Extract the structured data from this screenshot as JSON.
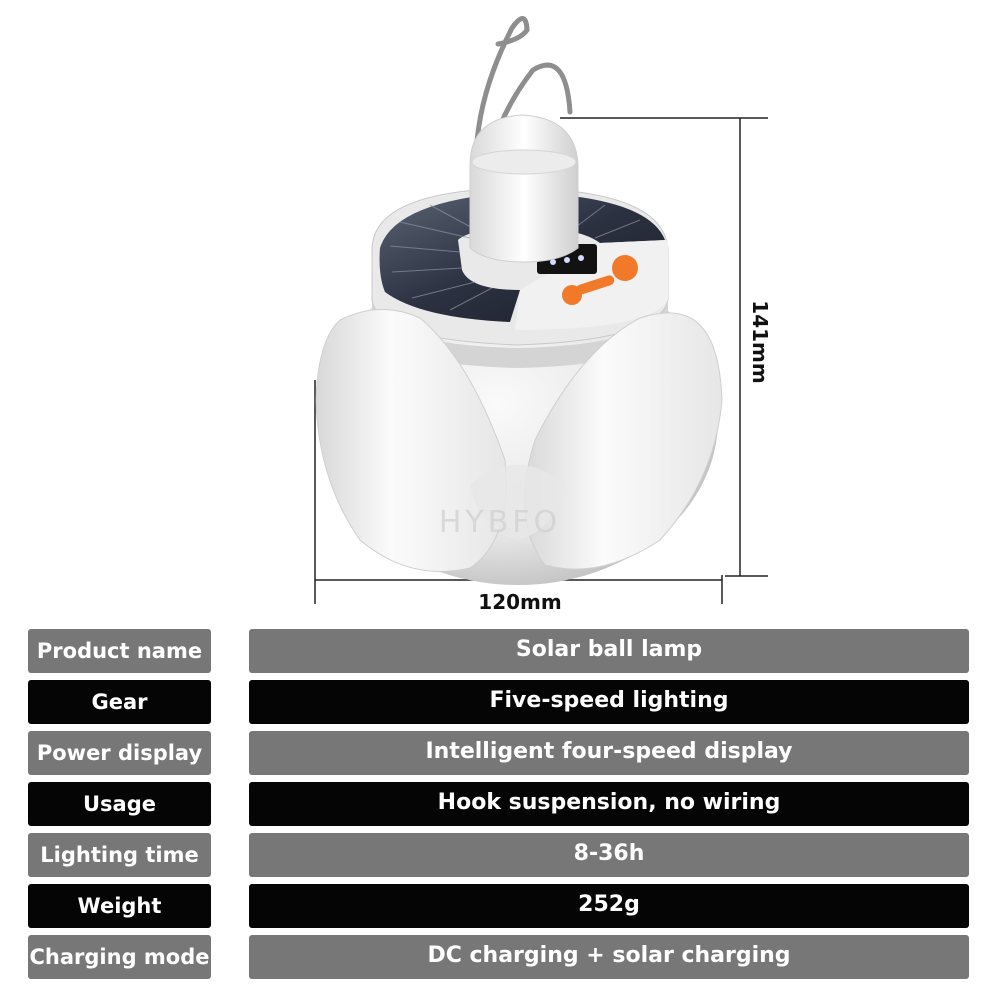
{
  "dimensions": {
    "width": "120mm",
    "height": "141mm"
  },
  "watermark": "HYBFO",
  "colors": {
    "row_gray": "#777777",
    "row_black": "#050505",
    "button_orange": "#f07a2a"
  },
  "specs": [
    {
      "label": "Product name",
      "value": "Solar ball lamp",
      "style": "gray"
    },
    {
      "label": "Gear",
      "value": "Five-speed lighting",
      "style": "black"
    },
    {
      "label": "Power display",
      "value": "Intelligent four-speed display",
      "style": "gray"
    },
    {
      "label": "Usage",
      "value": "Hook suspension, no wiring",
      "style": "black"
    },
    {
      "label": "Lighting time",
      "value": "8-36h",
      "style": "gray"
    },
    {
      "label": "Weight",
      "value": "252g",
      "style": "black"
    },
    {
      "label": "Charging mode",
      "value": "DC charging + solar charging",
      "style": "gray"
    }
  ]
}
